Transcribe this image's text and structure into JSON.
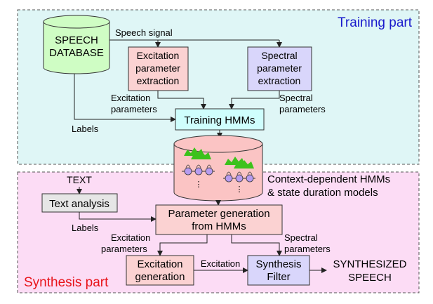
{
  "sections": {
    "training": {
      "label": "Training part",
      "label_color": "#1a1acc",
      "fill": "#dff6f6"
    },
    "synthesis": {
      "label": "Synthesis part",
      "label_color": "#e8141a",
      "fill": "#fcdcf5"
    }
  },
  "nodes": {
    "speech_db": {
      "line1": "SPEECH",
      "line2": "DATABASE",
      "fill": "#cffdc4"
    },
    "excitation_extraction": {
      "line1": "Excitation",
      "line2": "parameter",
      "line3": "extraction",
      "fill": "#fbd2d2"
    },
    "spectral_extraction": {
      "line1": "Spectral",
      "line2": "parameter",
      "line3": "extraction",
      "fill": "#d9d6fb"
    },
    "training_hmms": {
      "label": "Training HMMs",
      "fill": "#cffefd"
    },
    "hmm_store": {
      "fill": "#fbc4c4"
    },
    "text_analysis": {
      "label": "Text analysis",
      "fill": "#e6e6e6"
    },
    "parameter_generation": {
      "line1": "Parameter generation",
      "line2": "from HMMs",
      "fill": "#fbd2d2"
    },
    "excitation_generation": {
      "line1": "Excitation",
      "line2": "generation",
      "fill": "#fbd2d2"
    },
    "synthesis_filter": {
      "line1": "Synthesis",
      "line2": "Filter",
      "fill": "#d9d6fb"
    }
  },
  "labels": {
    "speech_signal": "Speech signal",
    "excitation_parameters_top_1": "Excitation",
    "excitation_parameters_top_2": "parameters",
    "spectral_parameters_top_1": "Spectral",
    "spectral_parameters_top_2": "parameters",
    "labels_top": "Labels",
    "context_models_1": "Context-dependent HMMs",
    "context_models_2": "& state duration models",
    "text_input": "TEXT",
    "labels_bottom": "Labels",
    "excitation_parameters_bottom_1": "Excitation",
    "excitation_parameters_bottom_2": "parameters",
    "spectral_parameters_bottom_1": "Spectral",
    "spectral_parameters_bottom_2": "parameters",
    "excitation_flow": "Excitation",
    "output_1": "SYNTHESIZED",
    "output_2": "SPEECH",
    "hmm_dots": "⋮"
  },
  "colors": {
    "hmm_wave": "#3cc21c",
    "hmm_state": "#b79cf0"
  }
}
